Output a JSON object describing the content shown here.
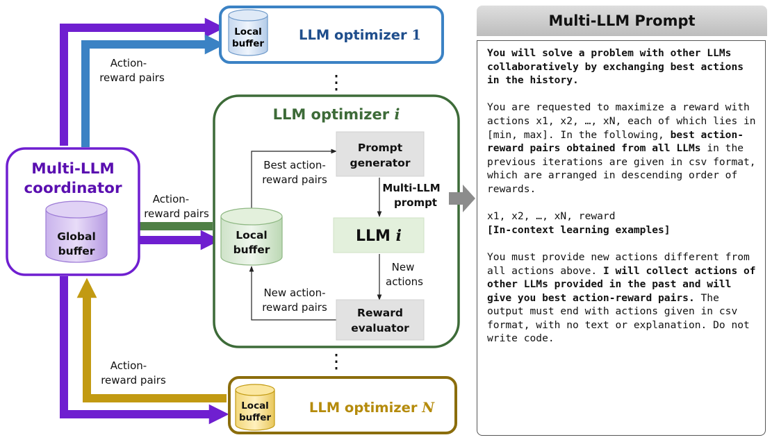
{
  "diagram": {
    "coordinator": {
      "title_line1": "Multi-LLM",
      "title_line2": "coordinator",
      "buffer_line1": "Global",
      "buffer_line2": "buffer"
    },
    "optimizer_1": {
      "title_prefix": "LLM optimizer ",
      "title_index": "1",
      "buffer_line1": "Local",
      "buffer_line2": "buffer"
    },
    "optimizer_i": {
      "title_prefix": "LLM optimizer ",
      "title_index": "i",
      "buffer_line1": "Local",
      "buffer_line2": "buffer",
      "prompt_generator_line1": "Prompt",
      "prompt_generator_line2": "generator",
      "llm_prefix": "LLM ",
      "llm_index": "i",
      "reward_evaluator_line1": "Reward",
      "reward_evaluator_line2": "evaluator",
      "best_pairs_line1": "Best action-",
      "best_pairs_line2": "reward pairs",
      "multi_prompt_line1": "Multi-LLM",
      "multi_prompt_line2": "prompt",
      "new_actions_line1": "New",
      "new_actions_line2": "actions",
      "new_pairs_line1": "New action-",
      "new_pairs_line2": "reward pairs"
    },
    "optimizer_n": {
      "title_prefix": "LLM optimizer ",
      "title_index": "N",
      "buffer_line1": "Local",
      "buffer_line2": "buffer"
    },
    "edge_labels": {
      "top_line1": "Action-",
      "top_line2": "reward pairs",
      "middle_line1": "Action-",
      "middle_line2": "reward pairs",
      "bottom_line1": "Action-",
      "bottom_line2": "reward pairs"
    },
    "ellipsis": "⋮",
    "colors": {
      "purple": "#6f1fd0",
      "blue": "#3b82c4",
      "green": "#3d6b38",
      "gold": "#c29a12",
      "gray": "#8c8c8c"
    }
  },
  "prompt": {
    "title": "Multi-LLM Prompt",
    "p1_bold": "You will solve a problem with other LLMs collaboratively by exchanging best actions in the history.",
    "p2_a": "You are requested to maximize a reward with actions x1, x2, …, xN, each of which lies in [min, max]. In the following, ",
    "p2_b": "best action-reward pairs obtained from all LLMs",
    "p2_c": " in the previous iterations are given in csv format, which are arranged in descending order of rewards.",
    "p3_line1": "x1, x2, …, xN, reward",
    "p3_line2_bold": "[In-context learning examples]",
    "p4_a": "You must provide new actions different from all actions above. ",
    "p4_b": "I will collect actions of other LLMs provided in the past and will give you best action-reward pairs.",
    "p4_c": " The output must end with actions given in csv format, with no text or explanation. Do not write code."
  }
}
